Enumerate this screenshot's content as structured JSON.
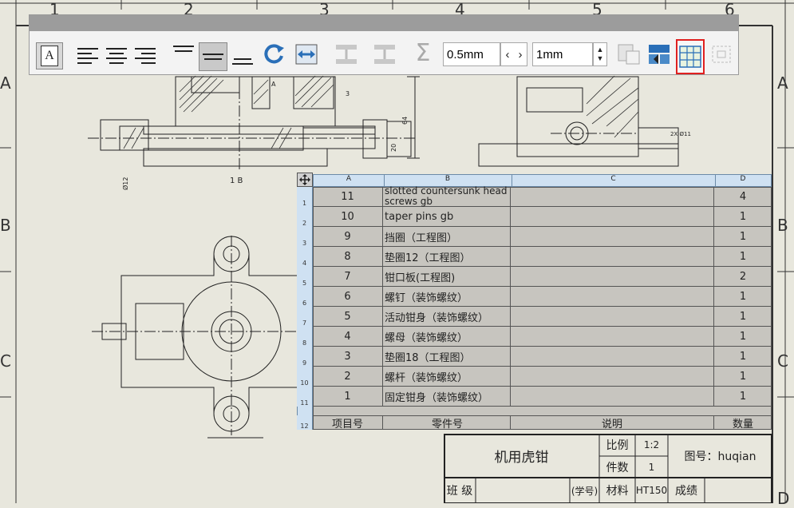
{
  "zones": {
    "columns": [
      "1",
      "2",
      "3",
      "4",
      "5",
      "6"
    ],
    "rows": [
      "A",
      "B",
      "C",
      "D"
    ]
  },
  "toolbar": {
    "spacing_value": "0.5mm",
    "size_value": "1mm",
    "font_button": "A",
    "sum_symbol": "Σ",
    "stepper_left": "‹",
    "stepper_right": "›"
  },
  "drawing": {
    "section_label": "1 B",
    "dim_64": "64",
    "dim_20": "20",
    "dim_12": "Ø12",
    "dim_thread": "2X Ø11",
    "label_3": "3",
    "label_a": "A"
  },
  "bom": {
    "columns": [
      "A",
      "B",
      "C",
      "D"
    ],
    "rows": [
      {
        "no": "11",
        "name": "slotted countersunk head screws gb",
        "desc": "",
        "qty": "4"
      },
      {
        "no": "10",
        "name": "taper pins gb",
        "desc": "",
        "qty": "1"
      },
      {
        "no": "9",
        "name": "挡圈（工程图）",
        "desc": "",
        "qty": "1"
      },
      {
        "no": "8",
        "name": "垫圈12（工程图）",
        "desc": "",
        "qty": "1"
      },
      {
        "no": "7",
        "name": "钳口板(工程图)",
        "desc": "",
        "qty": "2"
      },
      {
        "no": "6",
        "name": "螺钉（装饰螺纹）",
        "desc": "",
        "qty": "1"
      },
      {
        "no": "5",
        "name": "活动钳身（装饰螺纹）",
        "desc": "",
        "qty": "1"
      },
      {
        "no": "4",
        "name": "螺母（装饰螺纹）",
        "desc": "",
        "qty": "1"
      },
      {
        "no": "3",
        "name": "垫圈18（工程图）",
        "desc": "",
        "qty": "1"
      },
      {
        "no": "2",
        "name": "螺杆（装饰螺纹）",
        "desc": "",
        "qty": "1"
      },
      {
        "no": "1",
        "name": "固定钳身（装饰螺纹）",
        "desc": "",
        "qty": "1"
      }
    ],
    "header": {
      "no": "项目号",
      "name": "零件号",
      "desc": "说明",
      "qty": "数量"
    },
    "row_numbers": [
      "1",
      "2",
      "3",
      "4",
      "5",
      "6",
      "7",
      "8",
      "9",
      "10",
      "11",
      "12"
    ]
  },
  "titleblock": {
    "title": "机用虎钳",
    "scale_label": "比例",
    "scale_value": "1:2",
    "count_label": "件数",
    "count_value": "1",
    "drawing_no": "图号：huqian",
    "class_label": "班  级",
    "student_no": "(学号)",
    "material_label": "材料",
    "material_value": "HT150",
    "grade_label": "成绩"
  }
}
